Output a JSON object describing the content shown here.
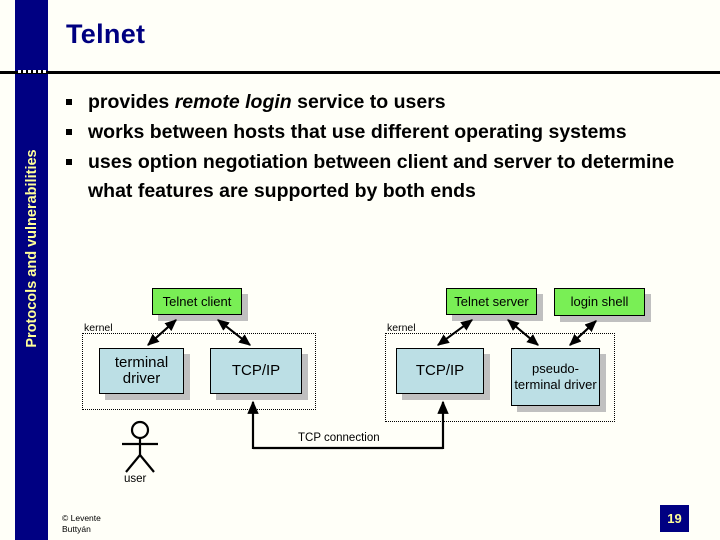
{
  "slide": {
    "title": "Telnet",
    "sidebar_label": "Protocols and vulnerabilities",
    "page_number": "19",
    "credit_line1": "©  Levente",
    "credit_line2": "Buttyán",
    "colors": {
      "sidebar_blue": "#000082",
      "sidebar_text": "#ffff99",
      "title_blue": "#000080",
      "box_green": "#79ef55",
      "box_blue": "#bcdfe5",
      "box_shadow": "#c0c0c0",
      "background": "#fffff8"
    }
  },
  "bullets": [
    {
      "pre": "provides ",
      "em": "remote login",
      "post": " service to users"
    },
    {
      "pre": "works between hosts that use different operating systems",
      "em": "",
      "post": ""
    },
    {
      "pre": "uses option negotiation between client and server to determine what features are supported by both ends",
      "em": "",
      "post": ""
    }
  ],
  "diagram": {
    "client_side": {
      "app_box": "Telnet client",
      "kernel_label": "kernel",
      "boxes": [
        {
          "label": "terminal driver"
        },
        {
          "label": "TCP/IP"
        }
      ]
    },
    "server_side": {
      "app_box_1": "Telnet server",
      "app_box_2": "login shell",
      "kernel_label": "kernel",
      "boxes": [
        {
          "label": "TCP/IP"
        },
        {
          "label": "pseudo-terminal driver"
        }
      ]
    },
    "connection_label": "TCP connection",
    "actor_label": "user"
  }
}
